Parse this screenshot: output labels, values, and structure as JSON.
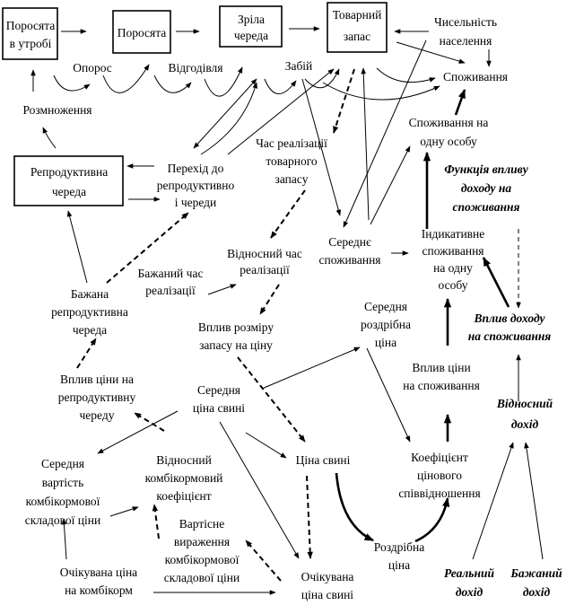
{
  "nodes": {
    "piglets_womb": {
      "lines": [
        "Поросята",
        "в утробі"
      ]
    },
    "piglets": {
      "lines": [
        "Поросята"
      ]
    },
    "mature_herd": {
      "lines": [
        "Зріла",
        "череда"
      ]
    },
    "stock": {
      "lines": [
        "Товарний",
        "запас"
      ]
    },
    "population": {
      "lines": [
        "Чисельність",
        "населення"
      ]
    },
    "farrowing": {
      "lines": [
        "Опорос"
      ]
    },
    "fattening": {
      "lines": [
        "Відгодівля"
      ]
    },
    "slaughter": {
      "lines": [
        "Забій"
      ]
    },
    "consumption": {
      "lines": [
        "Споживання"
      ]
    },
    "breeding": {
      "lines": [
        "Розмноження"
      ]
    },
    "per_capita": {
      "lines": [
        "Споживання на",
        "одну особу"
      ]
    },
    "repro_herd": {
      "lines": [
        "Репродуктивна",
        "череда"
      ]
    },
    "transition": {
      "lines": [
        "Перехід до",
        "репродуктивно",
        "і череди"
      ]
    },
    "sales_time": {
      "lines": [
        "Час реалізації",
        "товарного",
        "запасу"
      ]
    },
    "income_function": {
      "lines": [
        "Функція впливу",
        "доходу на",
        "споживання"
      ]
    },
    "avg_consumption": {
      "lines": [
        "Середнє",
        "споживання"
      ]
    },
    "indicative": {
      "lines": [
        "Індикативне",
        "споживання",
        "на одну",
        "особу"
      ]
    },
    "relative_time": {
      "lines": [
        "Відносний час",
        "реалізації"
      ]
    },
    "desired_time": {
      "lines": [
        "Бажаний час",
        "реалізації"
      ]
    },
    "desired_herd": {
      "lines": [
        "Бажана",
        "репродуктивна",
        "череда"
      ]
    },
    "avg_retail": {
      "lines": [
        "Середня",
        "роздрібна",
        "ціна"
      ]
    },
    "income_effect": {
      "lines": [
        "Вплив доходу",
        "на споживання"
      ]
    },
    "stock_effect": {
      "lines": [
        "Вплив розміру",
        "запасу на ціну"
      ]
    },
    "price_effect": {
      "lines": [
        "Вплив ціни",
        "на споживання"
      ]
    },
    "price_herd": {
      "lines": [
        "Вплив ціни на",
        "репродуктивну",
        "череду"
      ]
    },
    "avg_pig_price": {
      "lines": [
        "Середня",
        "ціна свині"
      ]
    },
    "relative_income": {
      "lines": [
        "Відносний",
        "дохід"
      ]
    },
    "avg_feed": {
      "lines": [
        "Середня",
        "вартість",
        "комбікормової",
        "складової ціни"
      ]
    },
    "relative_feed": {
      "lines": [
        "Відносний",
        "комбікормовий",
        "коефіцієнт"
      ]
    },
    "pig_price": {
      "lines": [
        "Ціна свині"
      ]
    },
    "price_ratio": {
      "lines": [
        "Коефіцієнт",
        "цінового",
        "співвідношення"
      ]
    },
    "feed_expr": {
      "lines": [
        "Вартісне",
        "вираження",
        "комбікормової",
        "складової ціни"
      ]
    },
    "retail_price": {
      "lines": [
        "Роздрібна",
        "ціна"
      ]
    },
    "expected_feed": {
      "lines": [
        "Очікувана ціна",
        "на комбікорм"
      ]
    },
    "expected_pig": {
      "lines": [
        "Очікувана",
        "ціна свині"
      ]
    },
    "real_income": {
      "lines": [
        "Реальний",
        "дохід"
      ]
    },
    "desired_income": {
      "lines": [
        "Бажаний",
        "дохід"
      ]
    }
  }
}
